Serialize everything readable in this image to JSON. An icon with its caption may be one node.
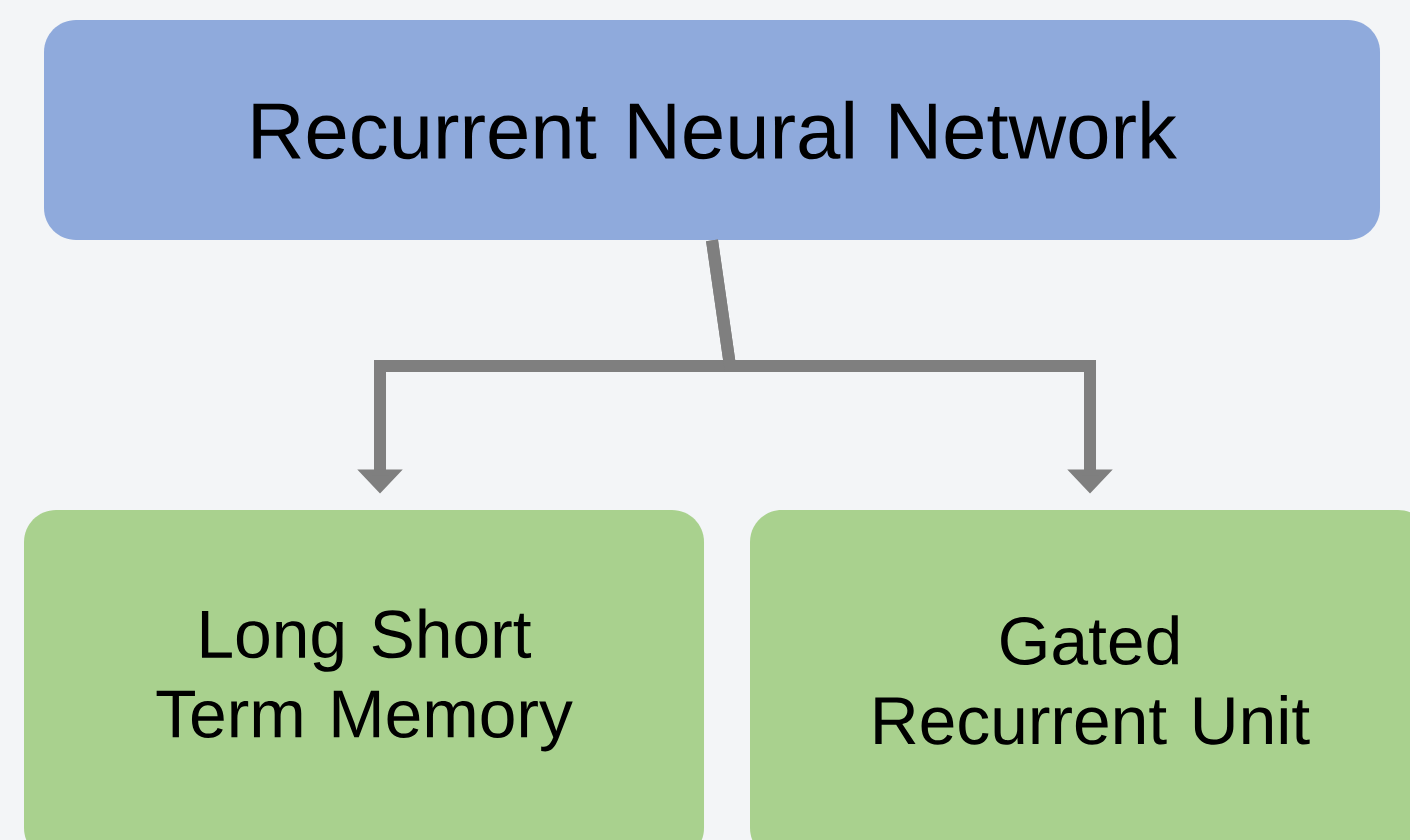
{
  "diagram": {
    "nodes": [
      {
        "text": [
          "Recurrent Neural Network"
        ]
      },
      {
        "text": [
          "Long Short Term Memory"
        ]
      },
      {
        "text": [
          "Gated Recurrent Unit"
        ]
      }
    ],
    "edges": [
      {
        "from": 0,
        "to": 1,
        "arrow": "to"
      },
      {
        "from": 0,
        "to": 2,
        "arrow": "to"
      }
    ]
  }
}
